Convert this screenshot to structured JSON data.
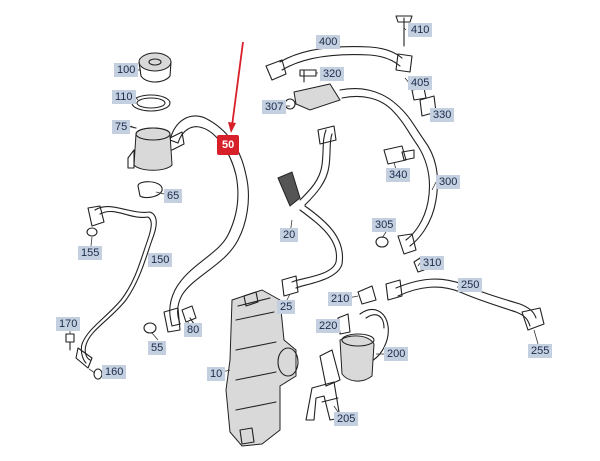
{
  "highlight_color": "#d8202a",
  "label_bg_color": "#c4d0e0",
  "callouts": {
    "p410": "410",
    "p400": "400",
    "p320": "320",
    "p405": "405",
    "p100": "100",
    "p307": "307",
    "p330": "330",
    "p110": "110",
    "p75": "75",
    "p50": "50",
    "p340": "340",
    "p300": "300",
    "p65": "65",
    "p305": "305",
    "p155": "155",
    "p20": "20",
    "p310": "310",
    "p150": "150",
    "p250": "250",
    "p210": "210",
    "p25": "25",
    "p170": "170",
    "p220": "220",
    "p80": "80",
    "p55": "55",
    "p255": "255",
    "p200": "200",
    "p160": "160",
    "p10": "10",
    "p205": "205"
  }
}
